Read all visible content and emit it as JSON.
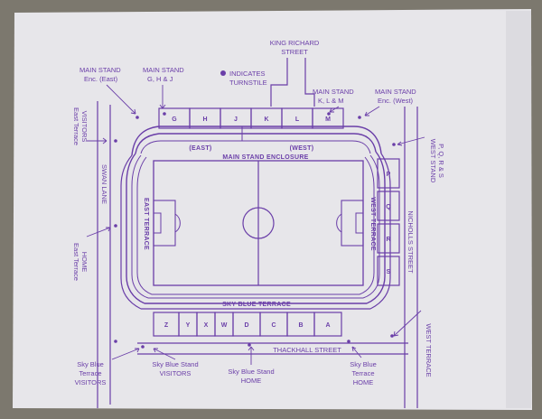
{
  "colors": {
    "ink": "#6a3ea8",
    "paper": "#e7e6ea",
    "background": "#7c786e"
  },
  "streets": {
    "north": [
      "KING RICHARD",
      "STREET"
    ],
    "south": "THACKHALL STREET",
    "west": "SWAN LANE",
    "east": "NICHOLLS STREET"
  },
  "legend": {
    "symbol": "●",
    "lines": [
      "INDICATES",
      "TURNSTILE"
    ]
  },
  "stands": {
    "main_enclosure": "MAIN STAND ENCLOSURE",
    "east_enclosure": "(EAST)",
    "west_enclosure": "(WEST)",
    "east_terrace": "EAST TERRACE",
    "west_terrace": "WEST TERRACE",
    "sky_blue_terrace": "SKY BLUE TERRACE"
  },
  "blocks": {
    "north": [
      "G",
      "H",
      "J",
      "K",
      "L",
      "M"
    ],
    "east": [
      "P",
      "Q",
      "R",
      "S"
    ],
    "south": [
      "Z",
      "Y",
      "X",
      "W",
      "D",
      "C",
      "B",
      "A"
    ]
  },
  "labels": {
    "main_stand_east": [
      "MAIN STAND",
      "Enc. (East)"
    ],
    "main_stand_ghj": [
      "MAIN STAND",
      "G, H & J"
    ],
    "main_stand_klm": [
      "MAIN STAND",
      "K, L & M"
    ],
    "main_stand_west": [
      "MAIN STAND",
      "Enc. (West)"
    ],
    "east_terrace_visitors": [
      "East Terrace",
      "VISITORS"
    ],
    "east_terrace_home": [
      "East Terrace",
      "HOME"
    ],
    "west_stand_pqrs": [
      "WEST STAND",
      "P, Q, R & S"
    ],
    "west_terrace": "WEST TERRACE",
    "sky_blue_terrace_visitors": [
      "Sky Blue",
      "Terrace",
      "VISITORS"
    ],
    "sky_blue_stand_visitors": [
      "Sky Blue Stand",
      "VISITORS"
    ],
    "sky_blue_stand_home": [
      "Sky Blue Stand",
      "HOME"
    ],
    "sky_blue_terrace_home": [
      "Sky Blue",
      "Terrace",
      "HOME"
    ]
  }
}
